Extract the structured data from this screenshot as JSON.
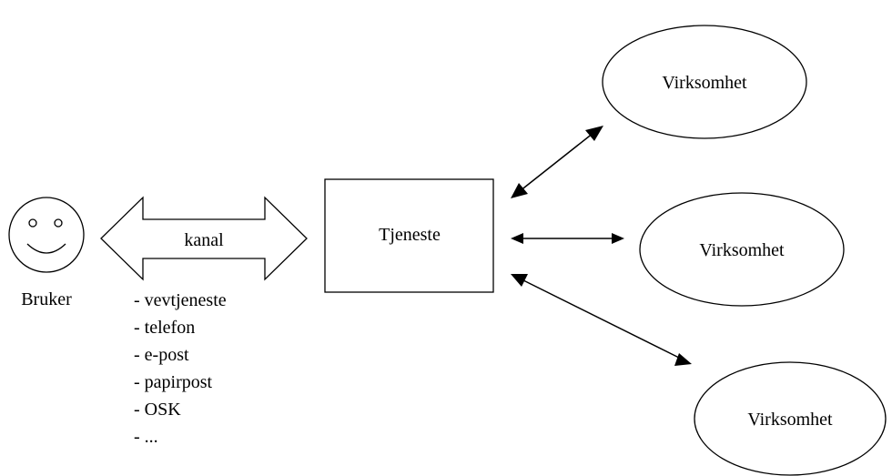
{
  "user": {
    "label": "Bruker",
    "icon": "smiley-face-icon"
  },
  "channel": {
    "label": "kanal",
    "items": [
      "- vevtjeneste",
      "- telefon",
      "- e-post",
      "- papirpost",
      "- OSK",
      "- ..."
    ]
  },
  "service": {
    "label": "Tjeneste"
  },
  "businesses": [
    {
      "label": "Virksomhet"
    },
    {
      "label": "Virksomhet"
    },
    {
      "label": "Virksomhet"
    }
  ]
}
